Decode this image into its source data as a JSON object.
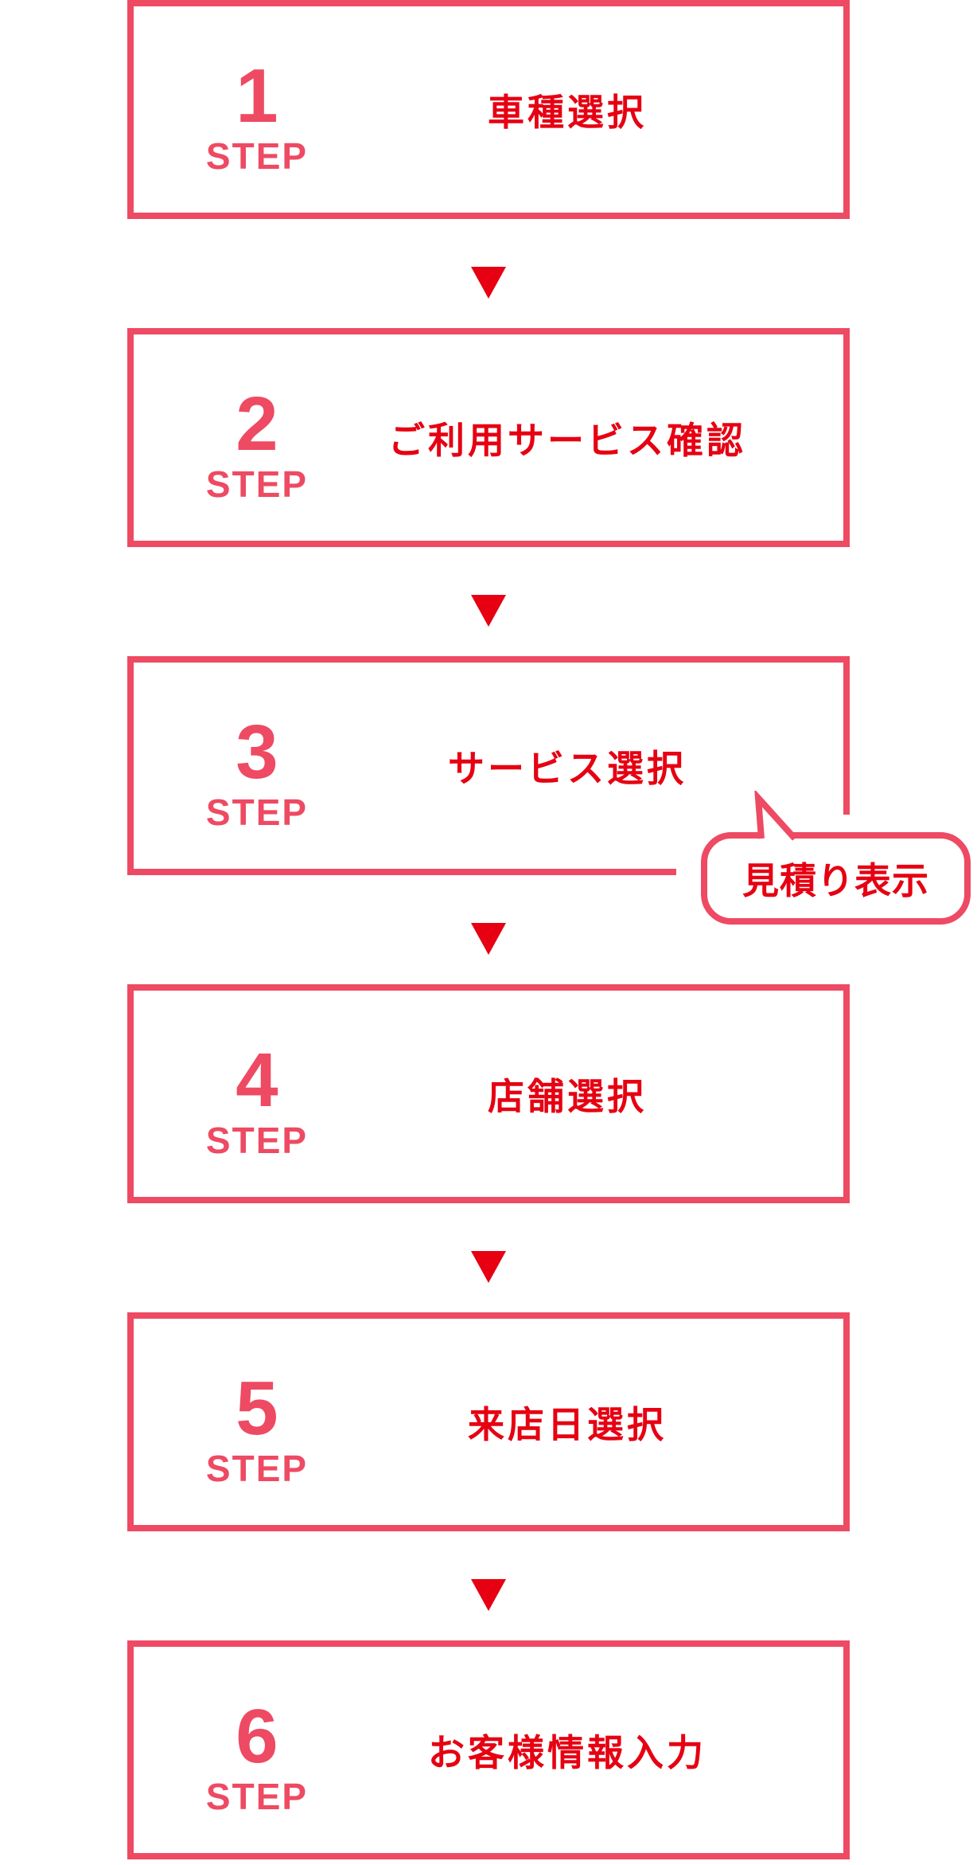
{
  "colors": {
    "pink": "#EE4A63",
    "red": "#E60012",
    "background": "#FFFFFF"
  },
  "steps": [
    {
      "number": "1",
      "label": "STEP",
      "title": "車種選択"
    },
    {
      "number": "2",
      "label": "STEP",
      "title": "ご利用サービス確認"
    },
    {
      "number": "3",
      "label": "STEP",
      "title": "サービス選択",
      "callout": "見積り表示"
    },
    {
      "number": "4",
      "label": "STEP",
      "title": "店舗選択"
    },
    {
      "number": "5",
      "label": "STEP",
      "title": "来店日選択"
    },
    {
      "number": "6",
      "label": "STEP",
      "title": "お客様情報入力"
    }
  ]
}
